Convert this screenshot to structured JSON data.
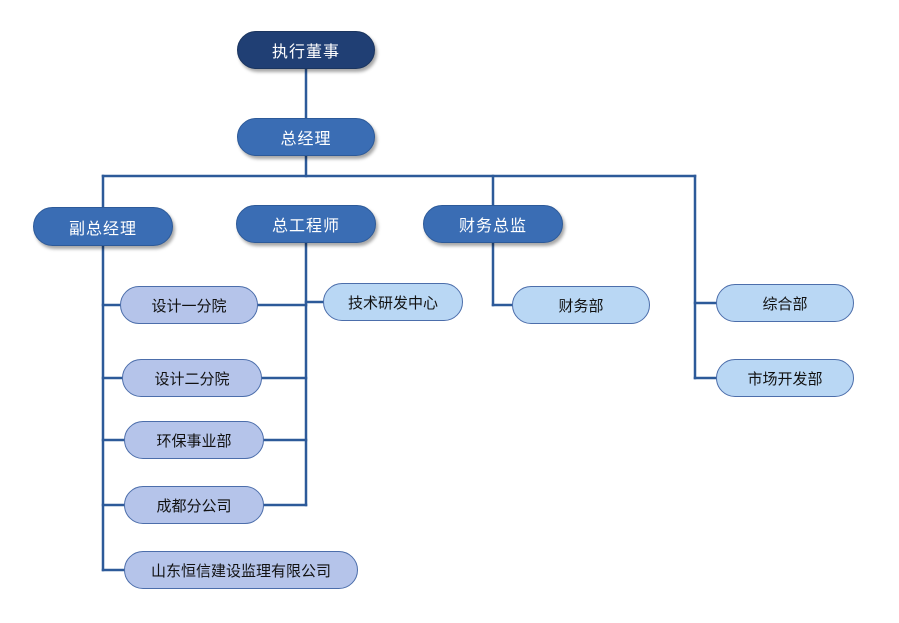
{
  "org_chart": {
    "top": {
      "label": "执行董事"
    },
    "gm": {
      "label": "总经理"
    },
    "deputy_gm": {
      "label": "副总经理",
      "units": [
        {
          "label": "设计一分院"
        },
        {
          "label": "设计二分院"
        },
        {
          "label": "环保事业部"
        },
        {
          "label": "成都分公司"
        },
        {
          "label": "山东恒信建设监理有限公司"
        }
      ]
    },
    "chief_engineer": {
      "label": "总工程师",
      "units": [
        {
          "label": "技术研发中心"
        }
      ]
    },
    "cfo": {
      "label": "财务总监",
      "units": [
        {
          "label": "财务部"
        }
      ]
    },
    "gm_direct_units": [
      {
        "label": "综合部"
      },
      {
        "label": "市场开发部"
      }
    ]
  }
}
